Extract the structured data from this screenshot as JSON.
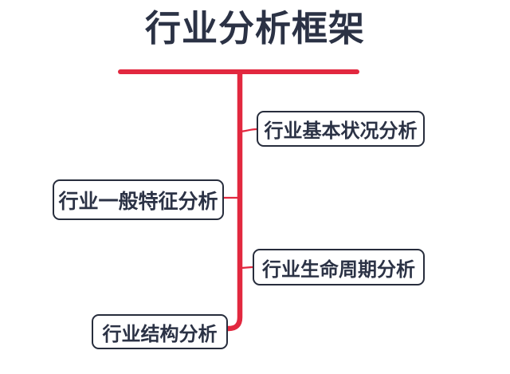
{
  "diagram": {
    "title": "行业分析框架",
    "nodes": [
      {
        "label": "行业基本状况分析",
        "side": "right"
      },
      {
        "label": "行业一般特征分析",
        "side": "left"
      },
      {
        "label": "行业生命周期分析",
        "side": "right"
      },
      {
        "label": "行业结构分析",
        "side": "left"
      }
    ],
    "colors": {
      "accent_red": "#e2283f",
      "text_dark": "#2b3245",
      "node_border": "#272d3c",
      "background": "#ffffff"
    }
  }
}
